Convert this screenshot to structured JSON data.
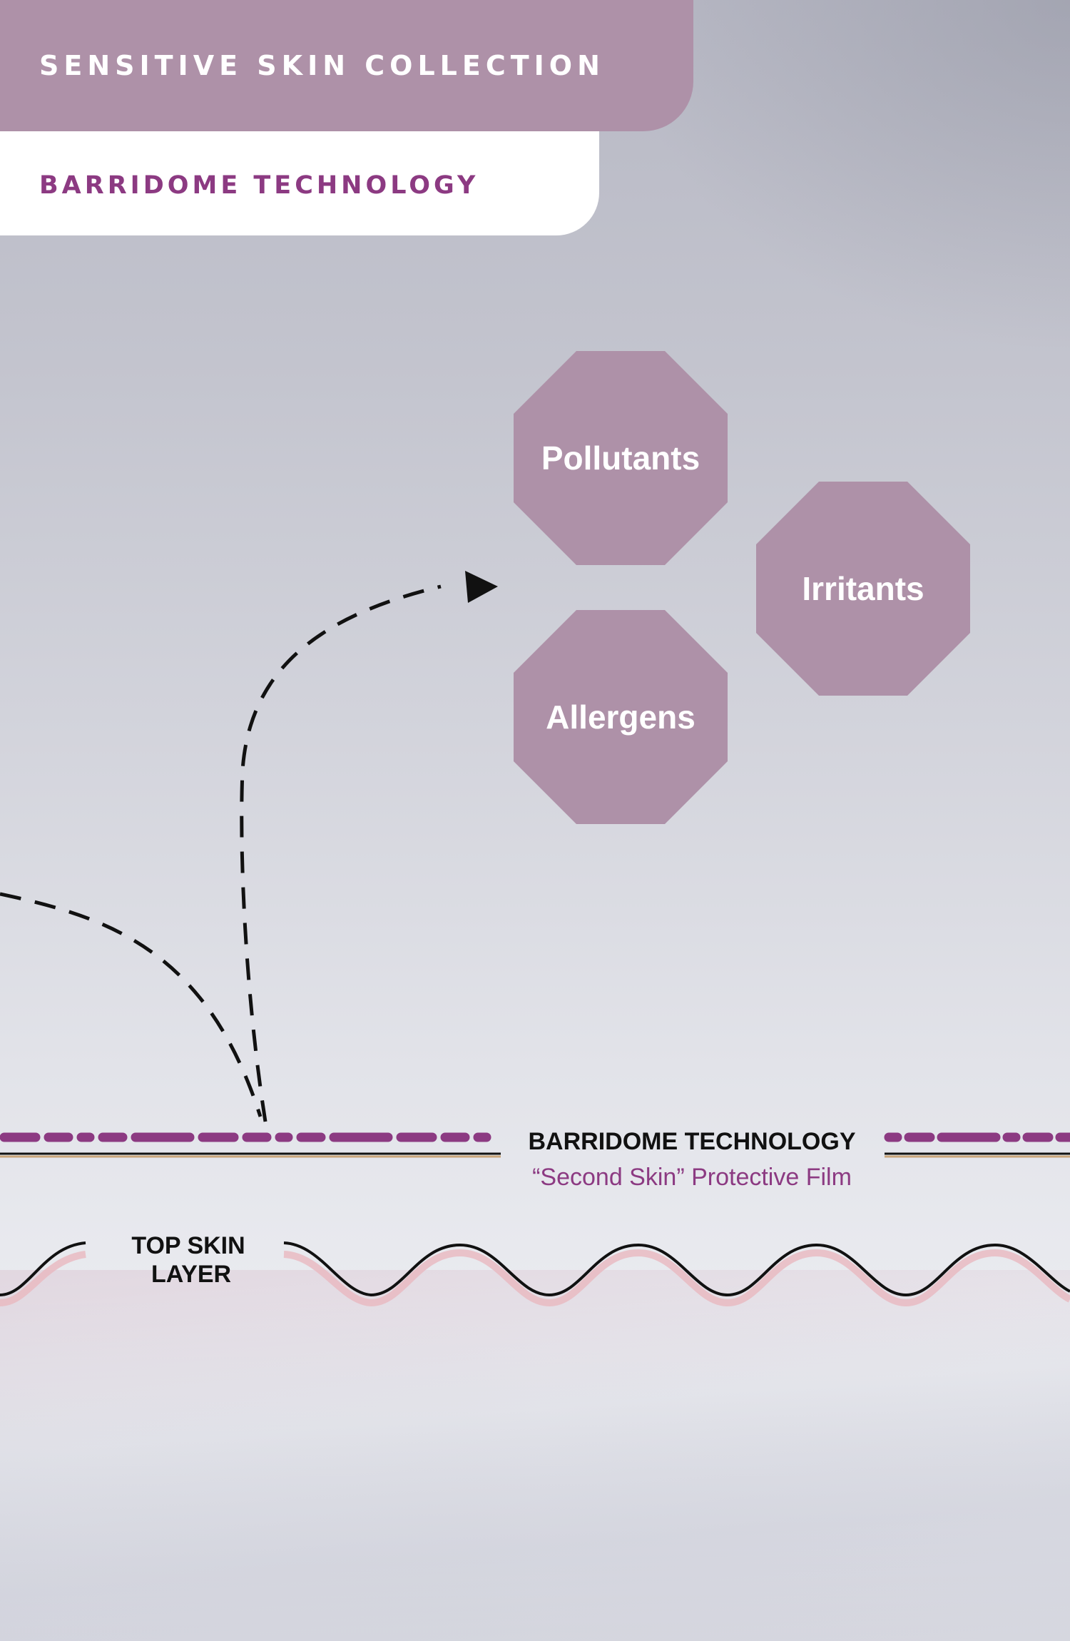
{
  "header": {
    "collection": "SENSITIVE SKIN COLLECTION",
    "technology": "BARRIDOME TECHNOLOGY"
  },
  "threats": [
    {
      "label": "Pollutants"
    },
    {
      "label": "Irritants"
    },
    {
      "label": "Allergens"
    }
  ],
  "barrier": {
    "title": "BARRIDOME TECHNOLOGY",
    "subtitle": "“Second Skin” Protective Film"
  },
  "skin": {
    "label_line1": "TOP SKIN",
    "label_line2": "LAYER"
  },
  "colors": {
    "mauve": "#ae91a8",
    "purple": "#8c3a82",
    "line": "#111111"
  }
}
